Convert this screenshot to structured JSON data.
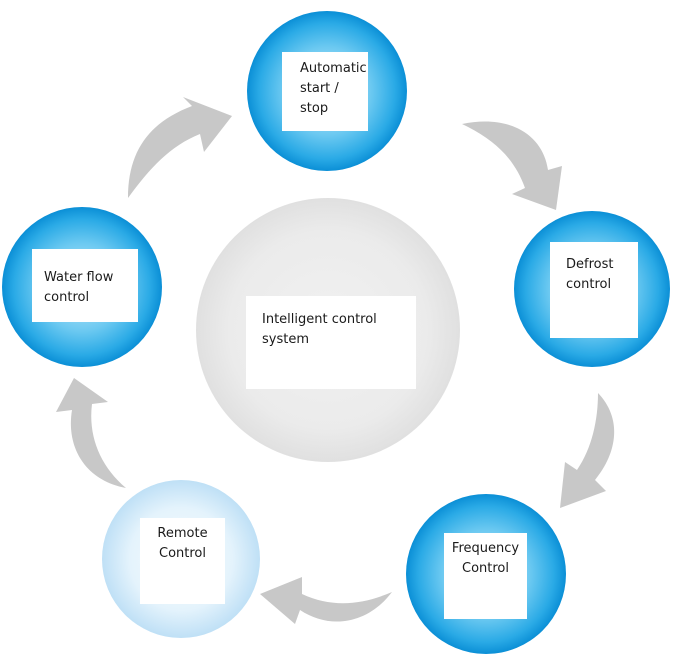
{
  "diagram": {
    "center": {
      "label": "Intelligent control\nsystem"
    },
    "nodes": [
      {
        "id": "auto",
        "label": "Automatic\nstart / stop"
      },
      {
        "id": "defrost",
        "label": "Defrost\ncontrol"
      },
      {
        "id": "freq",
        "label": "Frequency\nControl"
      },
      {
        "id": "remote",
        "label": "Remote\nControl"
      },
      {
        "id": "water",
        "label": "Water flow control"
      }
    ]
  },
  "colors": {
    "node_blue_light": "#cdeefb",
    "node_blue_mid": "#39b6ec",
    "node_blue_dark": "#0b8fd6",
    "node_pale_light": "#f3faff",
    "node_pale_dark": "#bfe0f6",
    "center_gray": "#e6e6e6",
    "arrow_gray": "#c8c8c8"
  }
}
